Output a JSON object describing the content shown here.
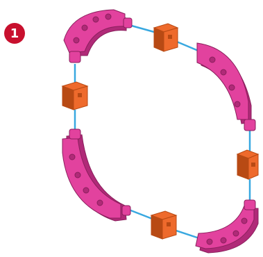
{
  "step": {
    "number": "1",
    "badge_color": "#c8102e"
  },
  "colors": {
    "arc_piece": "#e2429e",
    "arc_piece_dark": "#b02a78",
    "arc_piece_edge": "#8a1f5c",
    "connector_block": "#ee6a2c",
    "connector_block_dark": "#b84a14",
    "axle_link": "#38a8e0"
  },
  "parts": {
    "arc_pieces": [
      {
        "name": "arc-piece-top-left",
        "holes": 4
      },
      {
        "name": "arc-piece-top-right",
        "holes": 4
      },
      {
        "name": "arc-piece-bottom-left",
        "holes": 4
      },
      {
        "name": "arc-piece-bottom-right",
        "holes": 4
      }
    ],
    "connector_blocks": [
      {
        "name": "connector-block-top"
      },
      {
        "name": "connector-block-left"
      },
      {
        "name": "connector-block-right"
      },
      {
        "name": "connector-block-bottom"
      }
    ]
  }
}
